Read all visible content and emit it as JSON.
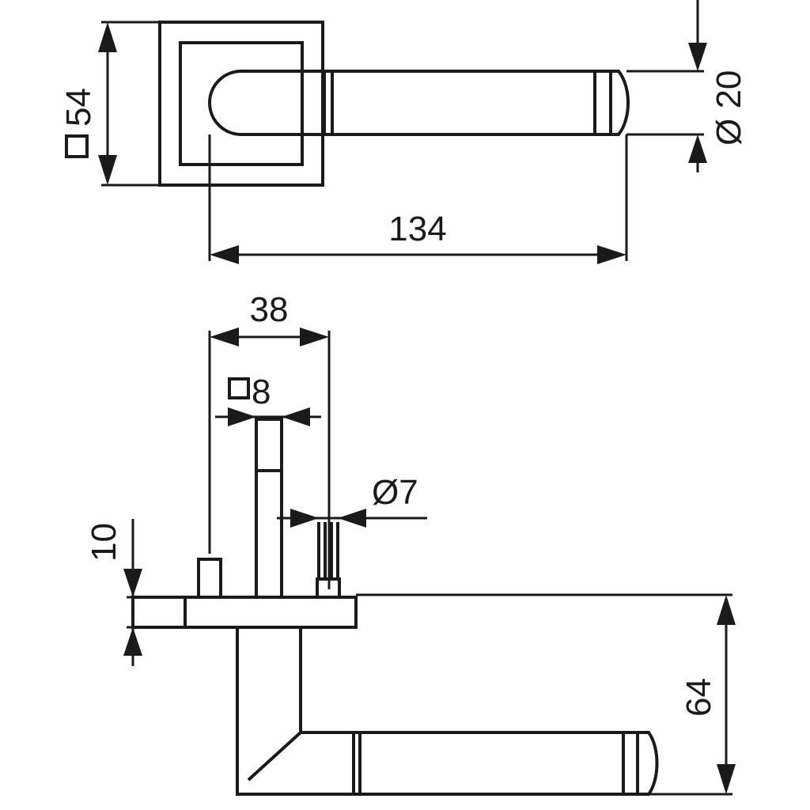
{
  "dimensions": {
    "rose_square": "54",
    "grip_diameter": "Ø 20",
    "lever_length": "134",
    "spindle_span": "38",
    "spindle_square": "8",
    "pin_diameter": "Ø7",
    "rose_height": "10",
    "lever_offset": "64"
  },
  "colors": {
    "line": "#1a1a1a",
    "background": "#ffffff"
  }
}
